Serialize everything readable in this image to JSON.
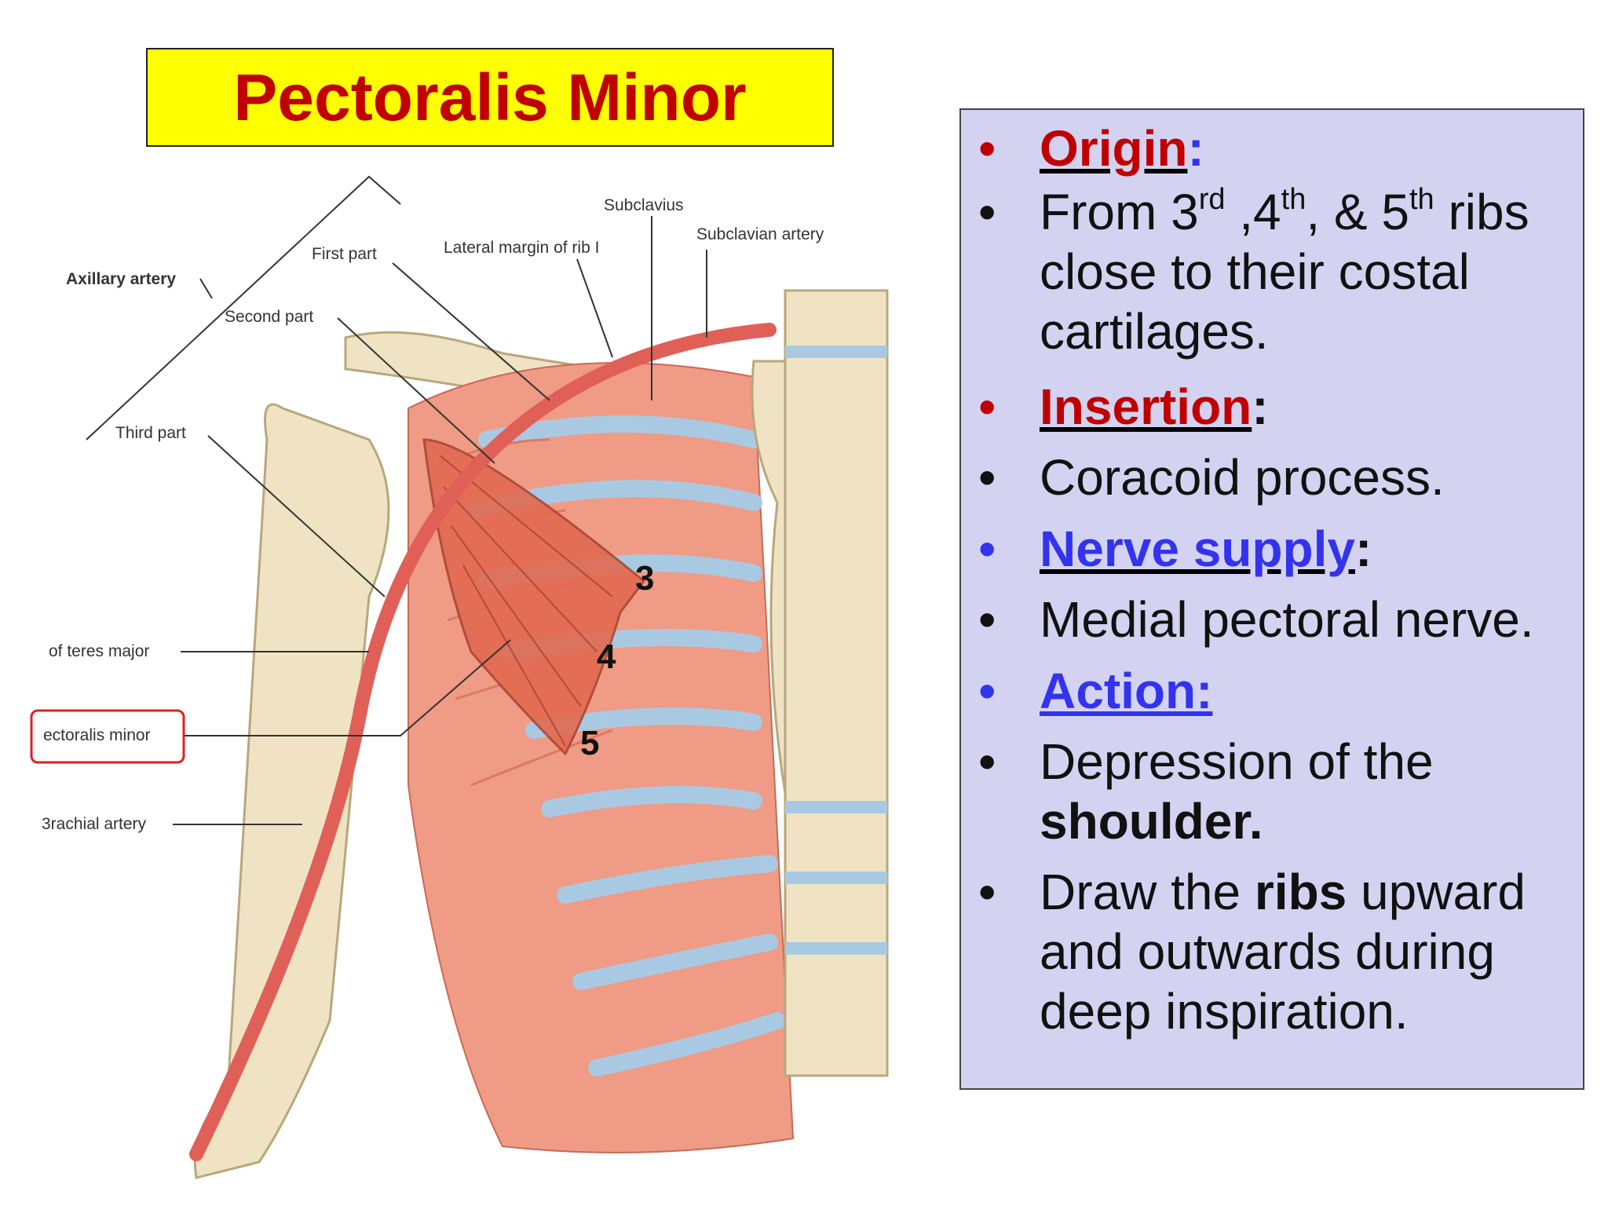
{
  "title": "Pectoralis Minor",
  "illustration": {
    "labels": {
      "axillary_artery": "Axillary artery",
      "first_part": "First part",
      "second_part": "Second part",
      "third_part": "Third part",
      "lateral_margin_rib": "Lateral margin of rib I",
      "subclavius": "Subclavius",
      "subclavian_artery": "Subclavian artery",
      "teres_major": "of teres major",
      "pectoralis_minor": "ectoralis minor",
      "brachial_artery": "3rachial artery"
    },
    "rib_numbers": [
      "3",
      "4",
      "5"
    ]
  },
  "panel": {
    "origin": {
      "bullet": "•",
      "heading": "Origin",
      "colon": ":"
    },
    "origin_detail": {
      "bullet": "•",
      "from": "From 3",
      "sup1": "rd",
      "mid1": " ,4",
      "sup2": "th",
      "mid2": ", & 5",
      "sup3": "th",
      "rest": "ribs close to their costal cartilages."
    },
    "insertion": {
      "bullet": "•",
      "heading": "Insertion",
      "colon": ":"
    },
    "insertion_detail": {
      "bullet": "•",
      "text": "Coracoid process."
    },
    "nerve": {
      "bullet": "•",
      "heading": "Nerve supply",
      "colon": ":"
    },
    "nerve_detail": {
      "bullet": "•",
      "text": "Medial pectoral nerve."
    },
    "action": {
      "bullet": "•",
      "heading": "Action:"
    },
    "action_detail_1": {
      "bullet": "•",
      "text": "Depression of the ",
      "bold": "shoulder."
    },
    "action_detail_2": {
      "bullet": "•",
      "pre": "Draw the ",
      "bold": "ribs",
      "post": " upward and outwards during deep inspiration."
    }
  },
  "colors": {
    "title_bg": "#ffff00",
    "title_text": "#c00000",
    "panel_bg": "#d3d3f1",
    "heading_red": "#c00000",
    "heading_blue": "#3333ee",
    "bone": "#efe3c4",
    "muscle": "#e8826a",
    "cartilage": "#a9c9e3",
    "artery": "#e06058"
  }
}
